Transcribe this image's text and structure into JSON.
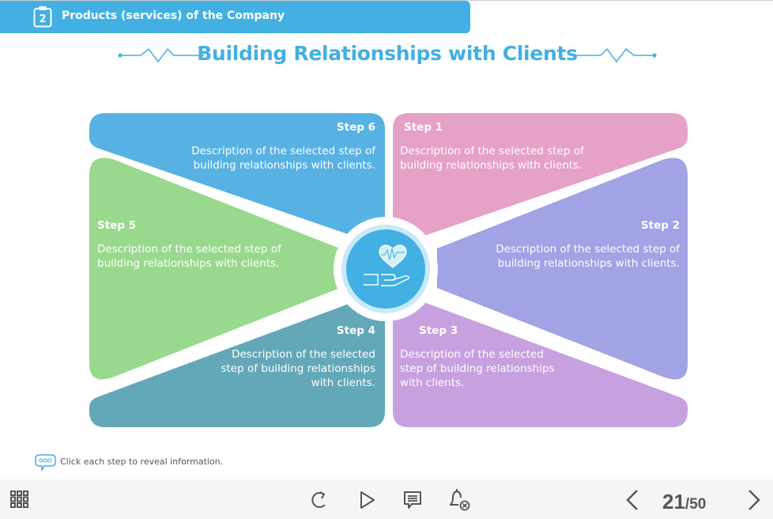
{
  "header": {
    "chapter_number": "2",
    "chapter_title": "Products (services) of the Company"
  },
  "slide": {
    "title": "Building Relationships with Clients"
  },
  "colors": {
    "accent": "#42b0e2",
    "step1": "#e6a1c6",
    "step2": "#a1a3e4",
    "step3": "#c7a0df",
    "step4": "#63a8b8",
    "step5": "#99d98e",
    "step6": "#58b1e3"
  },
  "center_icon": "hand-heart-pulse-icon",
  "steps": [
    {
      "id": "step1",
      "title": "Step 1",
      "desc_lines": [
        "Description of the selected step of",
        "building relationships with clients."
      ]
    },
    {
      "id": "step2",
      "title": "Step 2",
      "desc_lines": [
        "Description of the selected step of",
        "building relationships with clients."
      ]
    },
    {
      "id": "step3",
      "title": "Step 3",
      "desc_lines": [
        "Description of the selected",
        "step of building relationships",
        "with clients."
      ]
    },
    {
      "id": "step4",
      "title": "Step 4",
      "desc_lines": [
        "Description of the selected",
        "step of building relationships",
        "with clients."
      ]
    },
    {
      "id": "step5",
      "title": "Step 5",
      "desc_lines": [
        "Description of the selected step of",
        "building relationships with clients."
      ]
    },
    {
      "id": "step6",
      "title": "Step 6",
      "desc_lines": [
        "Description of the selected step of",
        "building relationships with clients."
      ]
    }
  ],
  "hint": {
    "icon": "speech-bubble-dots-icon",
    "text": "Click each step to reveal information."
  },
  "footer": {
    "menu_icon": "grid-menu-icon",
    "controls": [
      "replay-icon",
      "play-icon",
      "notes-icon",
      "notification-off-icon"
    ],
    "current_page": "21",
    "total_pages": "/50"
  }
}
